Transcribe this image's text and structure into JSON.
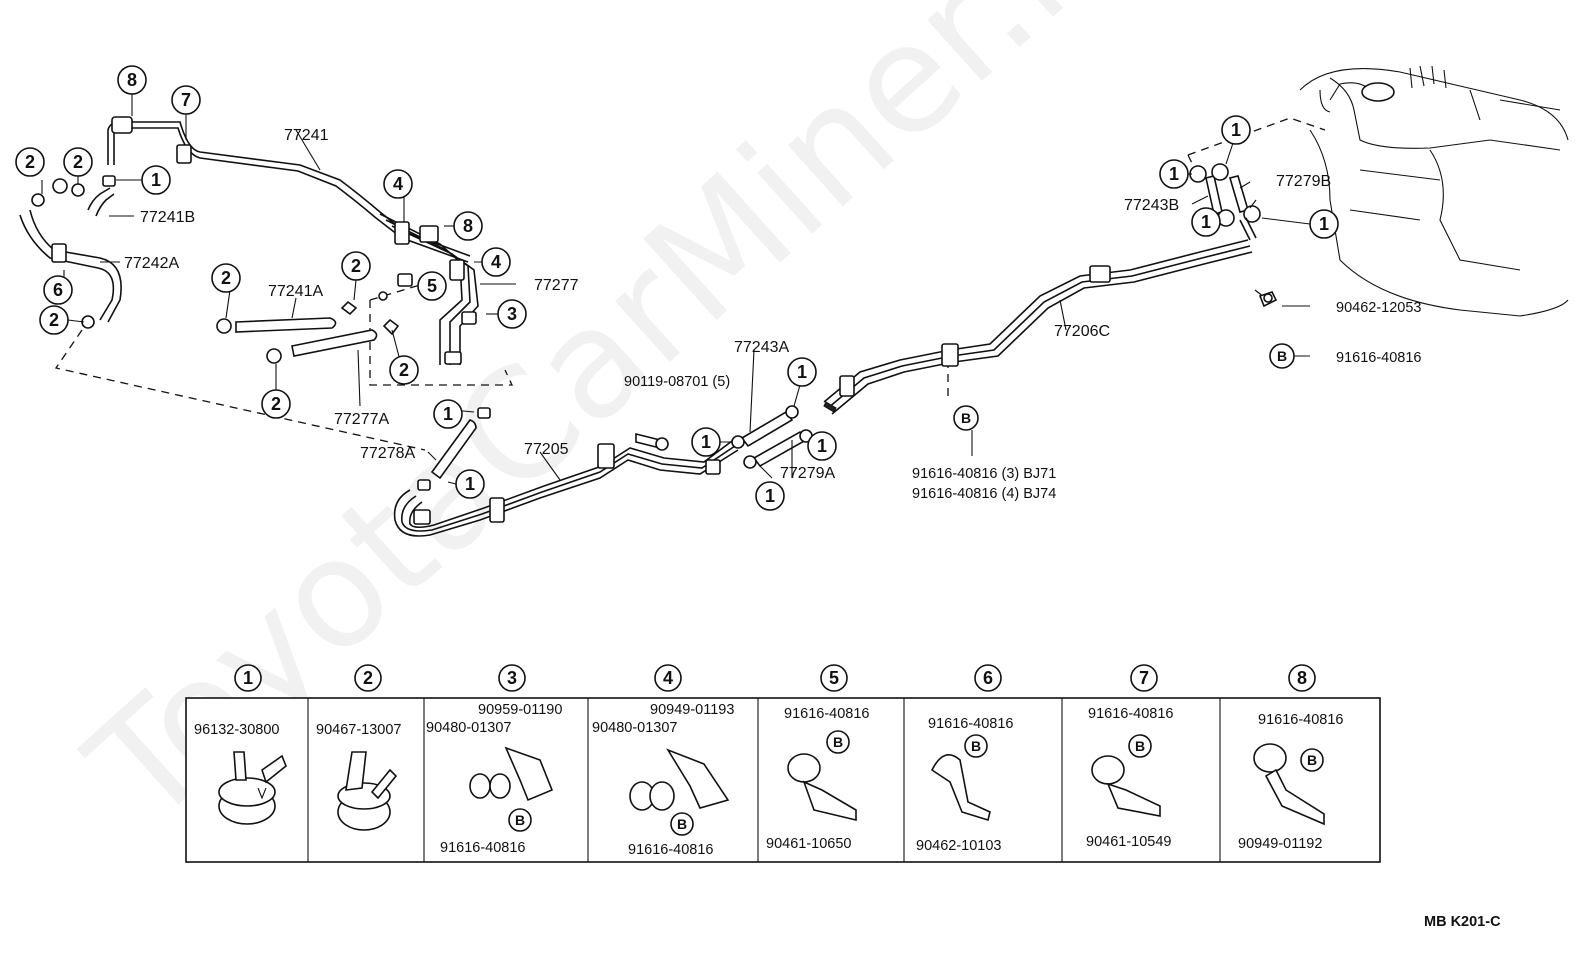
{
  "watermark": "ToyotaCarMiner.ru",
  "diagram_code": "MB  K201-C",
  "callouts": {
    "n1": "1",
    "n2": "2",
    "n3": "3",
    "n4": "4",
    "n5": "5",
    "n6": "6",
    "n7": "7",
    "n8": "8",
    "b": "B"
  },
  "part_labels": {
    "p77241": "77241",
    "p77241B": "77241B",
    "p77242A": "77242A",
    "p77241A": "77241A",
    "p77277": "77277",
    "p77277A": "77277A",
    "p77278A": "77278A",
    "p77205": "77205",
    "p90119": "90119-08701 (5)",
    "p77243A": "77243A",
    "p77279A": "77279A",
    "p77206C": "77206C",
    "p91616_bj71": "91616-40816 (3) BJ71",
    "p91616_bj74": "91616-40816 (4) BJ74",
    "p77243B": "77243B",
    "p77279B": "77279B",
    "p90462_12053": "90462-12053",
    "p91616_40816": "91616-40816"
  },
  "legend": [
    {
      "num": "1",
      "parts": [
        "96132-30800"
      ]
    },
    {
      "num": "2",
      "parts": [
        "90467-13007"
      ]
    },
    {
      "num": "3",
      "parts": [
        "90959-01190",
        "90480-01307",
        "91616-40816"
      ]
    },
    {
      "num": "4",
      "parts": [
        "90949-01193",
        "90480-01307",
        "91616-40816"
      ]
    },
    {
      "num": "5",
      "parts": [
        "91616-40816",
        "90461-10650"
      ]
    },
    {
      "num": "6",
      "parts": [
        "91616-40816",
        "90462-10103"
      ]
    },
    {
      "num": "7",
      "parts": [
        "91616-40816",
        "90461-10549"
      ]
    },
    {
      "num": "8",
      "parts": [
        "91616-40816",
        "90949-01192"
      ]
    }
  ]
}
